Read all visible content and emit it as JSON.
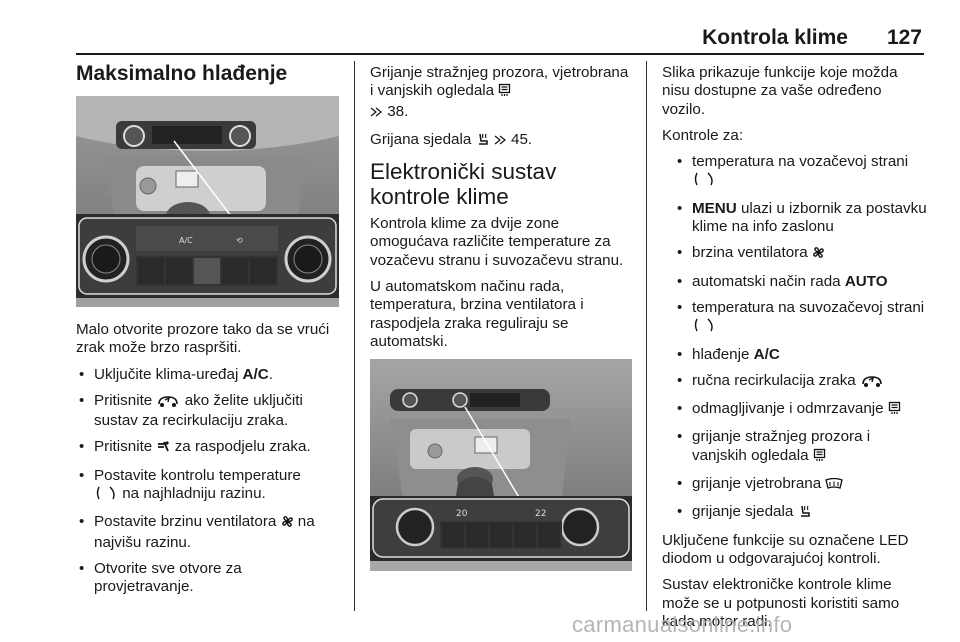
{
  "header": {
    "title": "Kontrola klime",
    "page_number": "127"
  },
  "col1": {
    "heading": "Maksimalno hlađenje",
    "intro": "Malo otvorite prozore tako da se vrući zrak može brzo raspršiti.",
    "bullet1_pre": "Uključite klima-uređaj ",
    "bullet1_bold": "A/C",
    "bullet1_post": ".",
    "bullet2_pre": "Pritisnite ",
    "bullet2_post": " ako želite uključiti sustav za recirkulaciju zraka.",
    "bullet3_pre": "Pritisnite ",
    "bullet3_post": " za raspodjelu zraka.",
    "bullet4_pre": "Postavite kontrolu temperature ",
    "bullet4_post": " na najhladniju razinu.",
    "bullet5_pre": "Postavite brzinu ventilatora ",
    "bullet5_post": " na najvišu razinu.",
    "bullet6": "Otvorite sve otvore za provjetravanje.",
    "photo_labels": {
      "ac": "A/C"
    }
  },
  "col2": {
    "para1": "Grijanje stražnjeg prozora, vjetrobrana i vanjskih ogledala ",
    "para1_ref": "38.",
    "para2_pre": "Grijana sjedala ",
    "para2_ref": "45.",
    "heading": "Elektronički sustav kontrole klime",
    "para3": "Kontrola klime za dvije zone omogućava različite temperature za vozačevu stranu i suvozačevu stranu.",
    "para4": "U automatskom načinu rada, temperatura, brzina ventilatora i raspodjela zraka reguliraju se automatski.",
    "photo_labels": {
      "left_temp": "20",
      "right_temp": "22"
    }
  },
  "col3": {
    "para1": "Slika prikazuje funkcije koje možda nisu dostupne za vaše određeno vozilo.",
    "para2": "Kontrole za:",
    "item1_pre": "temperatura na vozačevoj strani",
    "item2_bold": "MENU",
    "item2_post": " ulazi u izbornik za postavku klime na info zaslonu",
    "item3_pre": "brzina ventilatora ",
    "item4_pre": "automatski način rada ",
    "item4_bold": "AUTO",
    "item5_pre": "temperatura na suvozačevoj strani ",
    "item6_pre": "hlađenje ",
    "item6_bold": "A/C",
    "item7_pre": "ručna recirkulacija zraka ",
    "item8_pre": "odmagljivanje i odmrzavanje ",
    "item9_pre": "grijanje stražnjeg prozora i vanjskih ogledala ",
    "item10_pre": "grijanje vjetrobrana ",
    "item11_pre": "grijanje sjedala ",
    "para3": "Uključene funkcije su označene LED diodom u odgovarajućoj kontroli.",
    "para4": "Sustav elektroničke kontrole klime može se u potpunosti koristiti samo kada motor radi."
  },
  "watermark": "carmanualsonline.info",
  "icons": [
    "recirculation-icon",
    "air-distribution-icon",
    "temperature-knob-icon",
    "fan-icon",
    "defrost-icon",
    "heated-seat-icon",
    "windscreen-heating-icon",
    "reference-arrow-icon"
  ]
}
